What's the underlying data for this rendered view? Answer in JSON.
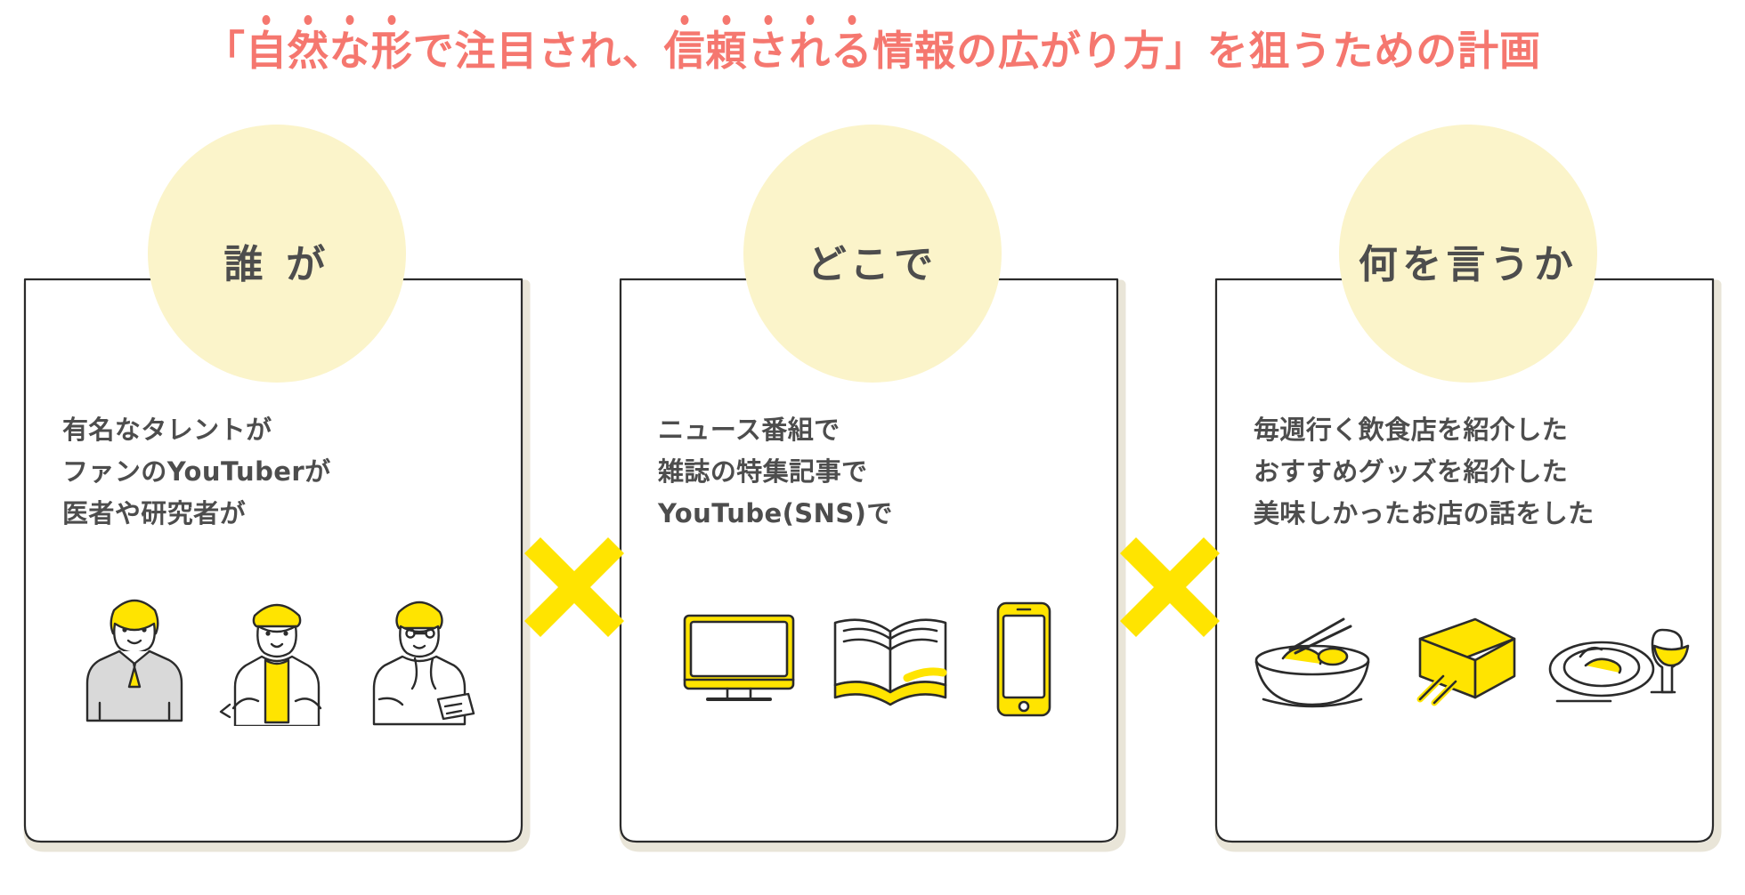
{
  "title": {
    "full": "「自然な形で注目され、信頼される情報の広がり方」を狙うための計画",
    "segments": [
      {
        "text": "「",
        "dot": false
      },
      {
        "text": "自",
        "dot": true
      },
      {
        "text": "然",
        "dot": true
      },
      {
        "text": "な",
        "dot": true
      },
      {
        "text": "形",
        "dot": true
      },
      {
        "text": "で注目され、",
        "dot": false
      },
      {
        "text": "信",
        "dot": true
      },
      {
        "text": "頼",
        "dot": true
      },
      {
        "text": "さ",
        "dot": true
      },
      {
        "text": "れ",
        "dot": true
      },
      {
        "text": "る",
        "dot": true
      },
      {
        "text": "情報の広がり方」を狙うための計画",
        "dot": false
      }
    ],
    "color": "#f5776f"
  },
  "colors": {
    "title_red": "#f5776f",
    "circle_fill": "#fbf4ca",
    "x_yellow": "#ffe400",
    "text_dark": "#4d4d4d",
    "card_border": "#2b2b2b",
    "icon_yellow": "#ffe400",
    "background": "#ffffff"
  },
  "operators": [
    {
      "symbol": "×",
      "name": "multiply"
    },
    {
      "symbol": "×",
      "name": "multiply"
    }
  ],
  "cards": [
    {
      "id": "who",
      "heading": "誰 が",
      "lines": [
        "有名なタレントが",
        "ファンのYouTuberが",
        "医者や研究者が"
      ],
      "icons": [
        "businessman-talent",
        "apron-fan-person",
        "doctor-researcher"
      ]
    },
    {
      "id": "where",
      "heading": "どこで",
      "lines": [
        "ニュース番組で",
        "雑誌の特集記事で",
        "YouTube(SNS)で"
      ],
      "icons": [
        "tv-monitor",
        "open-magazine",
        "smartphone"
      ]
    },
    {
      "id": "what",
      "heading": "何を言うか",
      "lines": [
        "毎週行く飲食店を紹介した",
        "おすすめグッズを紹介した",
        "美味しかったお店の話をした"
      ],
      "icons": [
        "ramen-bowl",
        "goods-box",
        "dish-with-wine"
      ]
    }
  ]
}
